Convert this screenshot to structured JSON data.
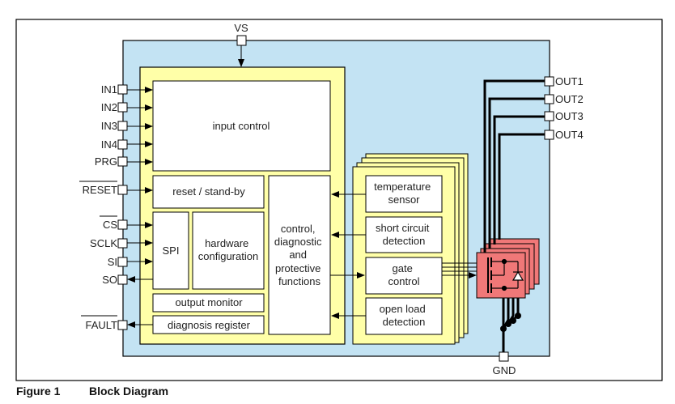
{
  "colors": {
    "chip": "#C3E3F3",
    "logic": "#FFFFA8",
    "power": "#F07878",
    "block": "#FFFFFF",
    "line": "#000000"
  },
  "pins": {
    "supply": "VS",
    "ground": "GND",
    "inputs": [
      "IN1",
      "IN2",
      "IN3",
      "IN4",
      "PRG"
    ],
    "reset": "RESET",
    "spi": [
      "CS",
      "SCLK",
      "SI",
      "SO"
    ],
    "fault": "FAULT",
    "outputs": [
      "OUT1",
      "OUT2",
      "OUT3",
      "OUT4"
    ]
  },
  "blocks": {
    "input_control": "input control",
    "reset_standby": "reset  / stand-by",
    "spi": "SPI",
    "hardware_configuration": [
      "hardware",
      "configuration"
    ],
    "output_monitor": "output monitor",
    "diagnosis_register": "diagnosis register",
    "control": [
      "control,",
      "diagnostic",
      "and",
      "protective",
      "functions"
    ],
    "temperature_sensor": [
      "temperature",
      "sensor"
    ],
    "short_circuit_detection": [
      "short circuit",
      "detection"
    ],
    "gate_control": [
      "gate",
      "control"
    ],
    "open_load_detection": [
      "open load",
      "detection"
    ]
  },
  "caption": {
    "number": "Figure 1",
    "title": "Block Diagram"
  }
}
